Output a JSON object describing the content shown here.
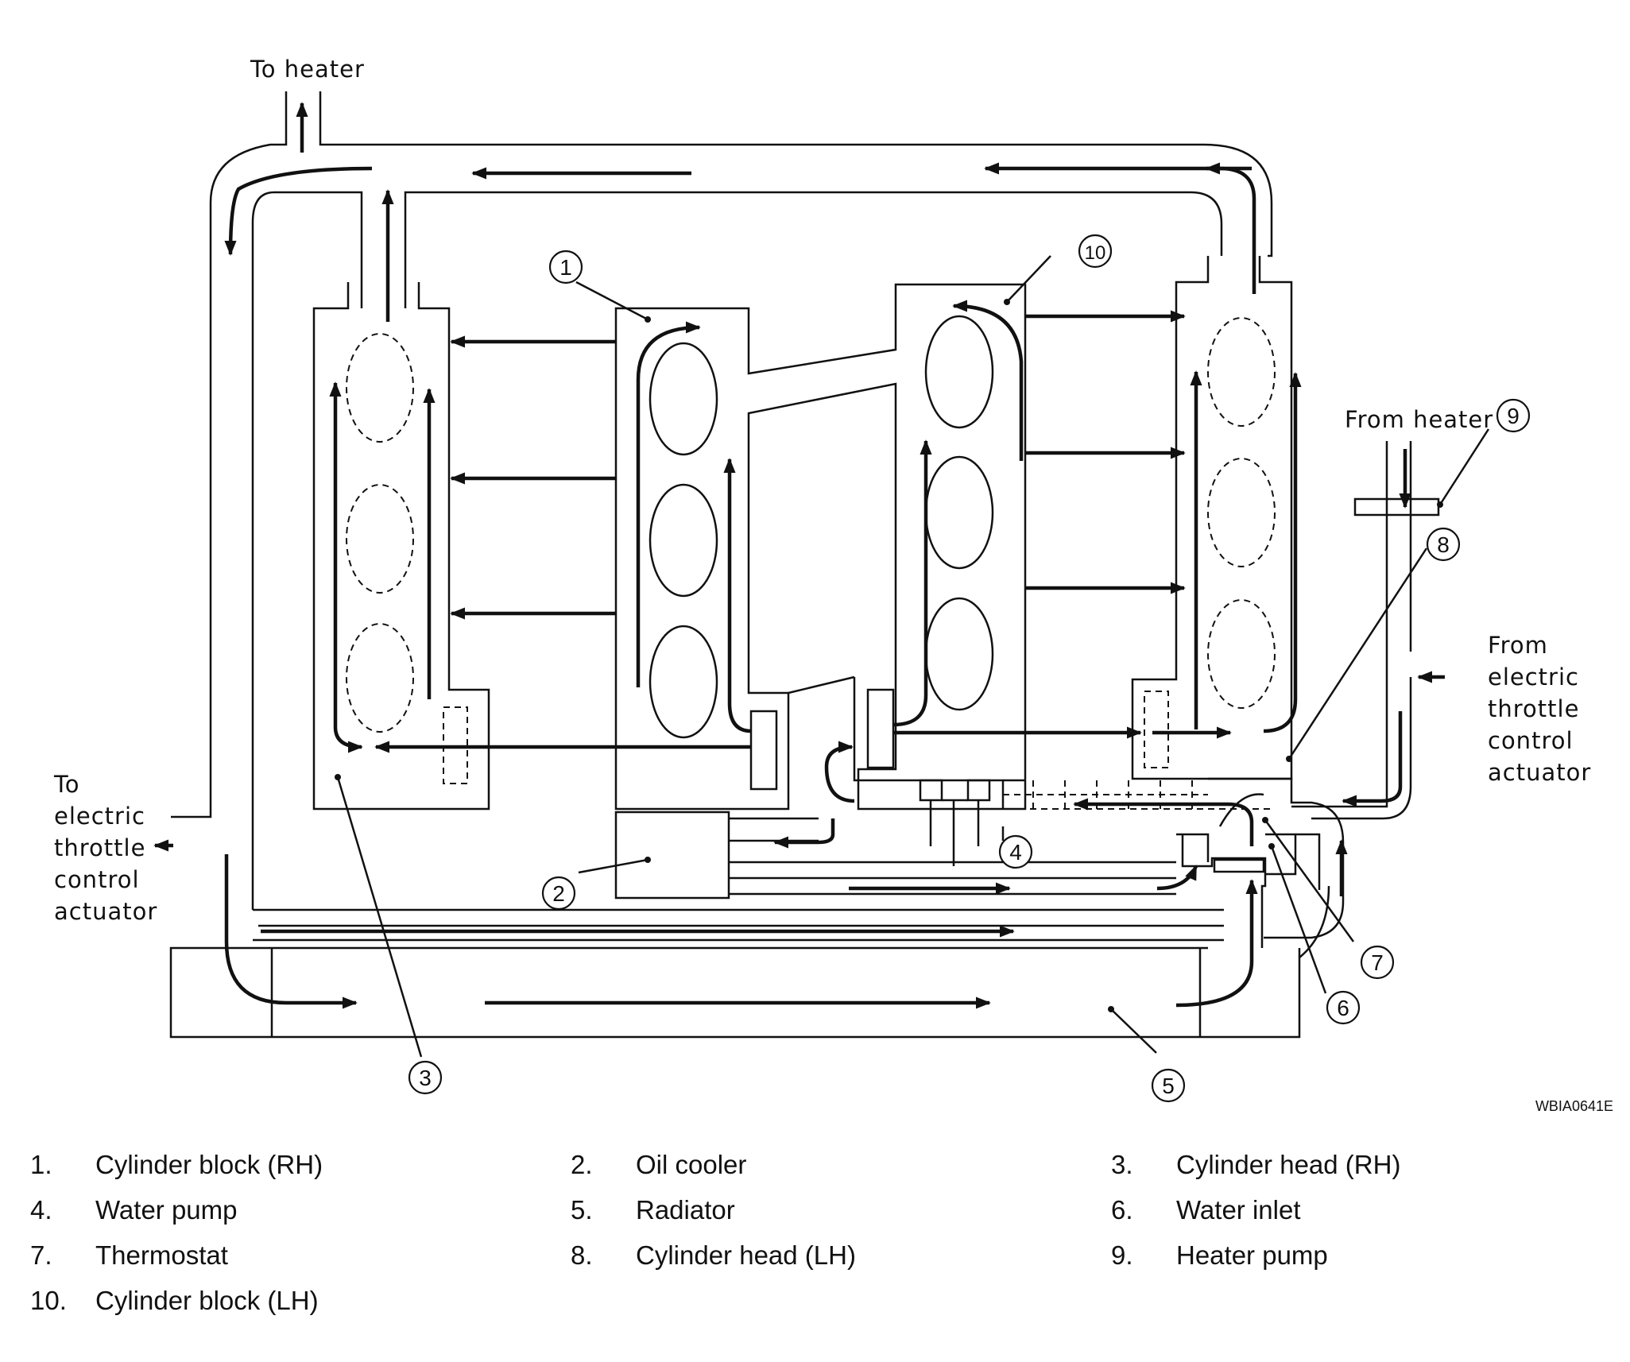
{
  "labels": {
    "to_heater": "To heater",
    "from_heater": "From heater",
    "to_etc": [
      "To",
      "electric",
      "throttle",
      "control",
      "actuator"
    ],
    "from_etc": [
      "From",
      "electric",
      "throttle",
      "control",
      "actuator"
    ]
  },
  "callouts": [
    "1",
    "2",
    "3",
    "4",
    "5",
    "6",
    "7",
    "8",
    "9",
    "10"
  ],
  "figure_code": "WBIA0641E",
  "legend": [
    {
      "num": "1.",
      "text": "Cylinder block (RH)"
    },
    {
      "num": "2.",
      "text": "Oil cooler"
    },
    {
      "num": "3.",
      "text": "Cylinder head (RH)"
    },
    {
      "num": "4.",
      "text": "Water pump"
    },
    {
      "num": "5.",
      "text": "Radiator"
    },
    {
      "num": "6.",
      "text": "Water inlet"
    },
    {
      "num": "7.",
      "text": "Thermostat"
    },
    {
      "num": "8.",
      "text": "Cylinder head (LH)"
    },
    {
      "num": "9.",
      "text": "Heater pump"
    },
    {
      "num": "10.",
      "text": "Cylinder block (LH)"
    }
  ]
}
